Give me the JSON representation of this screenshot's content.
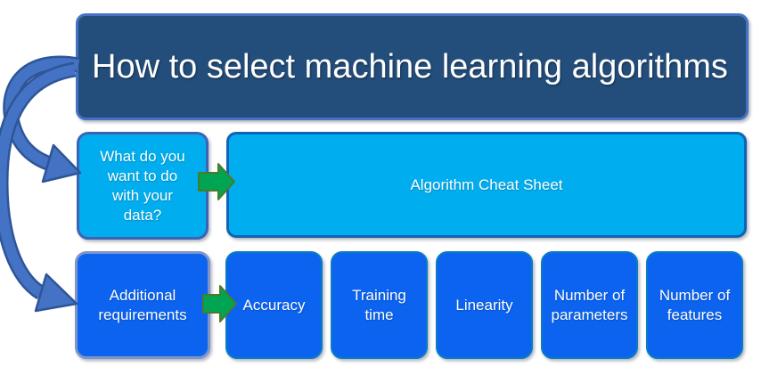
{
  "title": {
    "text": "How to select machine learning algorithms"
  },
  "row2": {
    "source": "What do you want to do with your data?",
    "target": "Algorithm Cheat Sheet"
  },
  "row3": {
    "source": "Additional requirements",
    "targets": [
      "Accuracy",
      "Training time",
      "Linearity",
      "Number of parameters",
      "Number of features"
    ]
  },
  "icons": {
    "branch_arrow_top": "curved-arrow-to-question",
    "branch_arrow_bottom": "curved-arrow-to-requirements",
    "flow_arrow": "green-right-block-arrow"
  },
  "colors": {
    "background": "#FFFFFF",
    "title_fill": "#234E7B",
    "title_border": "#4472C4",
    "cyan_fill": "#00AEEF",
    "question_border": "#3E62B4",
    "cheatsheet_border": "#1063B5",
    "blue_fill": "#0B63F0",
    "requirements_border": "#7F94C9",
    "criteria_border": "#0A7CC4",
    "curved_arrow_fill": "#4472C4",
    "curved_arrow_outline": "#2E5597",
    "green_arrow_fill": "#00A553",
    "green_arrow_outline": "#4E7A28",
    "text": "#FFFFFF"
  }
}
